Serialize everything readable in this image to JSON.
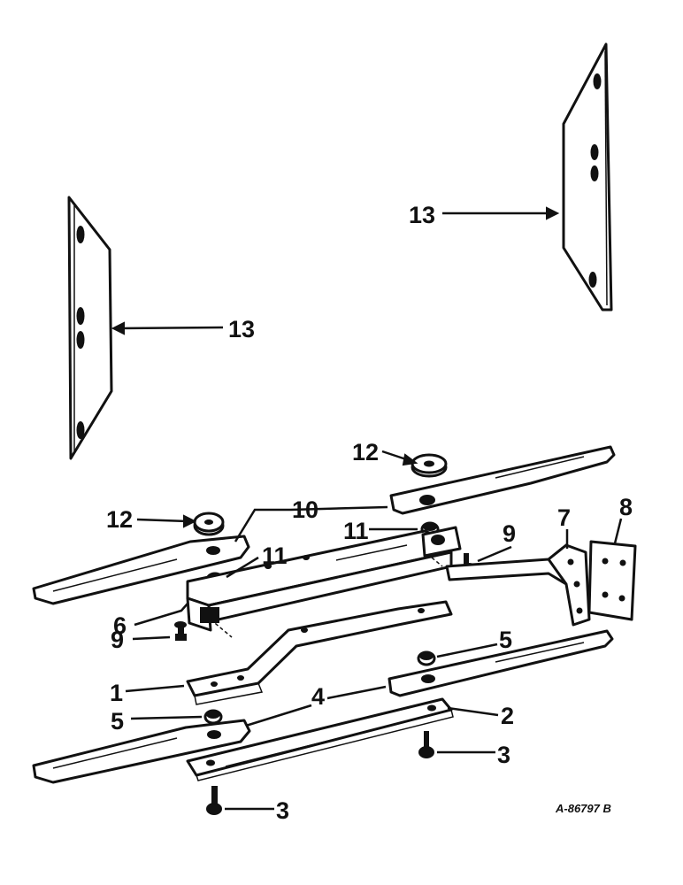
{
  "drawing_ref": "A-86797 B",
  "callouts": {
    "c13_left": "13",
    "c13_right": "13",
    "c12_left": "12",
    "c12_right": "12",
    "c10": "10",
    "c11_left": "11",
    "c11_right": "11",
    "c9_right": "9",
    "c9_left": "9",
    "c7": "7",
    "c8": "8",
    "c6": "6",
    "c5_right": "5",
    "c5_left": "5",
    "c1": "1",
    "c4": "4",
    "c2": "2",
    "c3_right": "3",
    "c3_bottom": "3"
  },
  "colors": {
    "ink": "#111111",
    "paper": "#ffffff"
  }
}
